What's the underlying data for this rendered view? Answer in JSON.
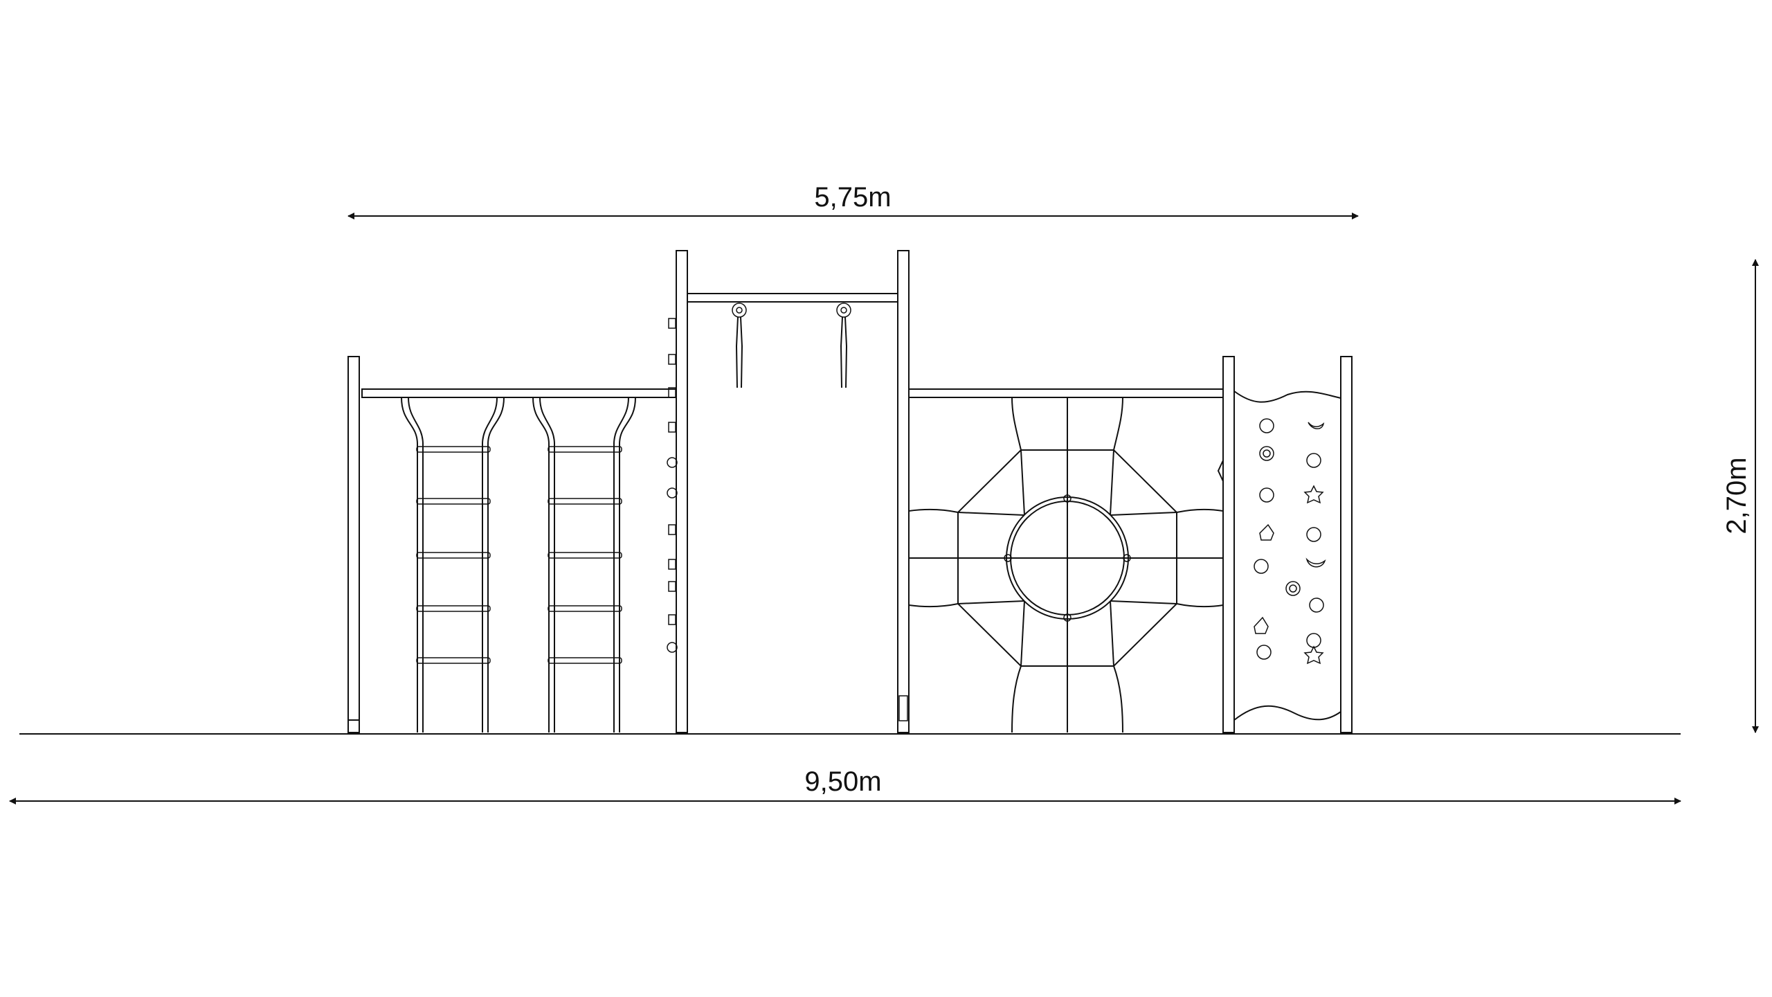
{
  "drawing": {
    "dimensions": {
      "top_width": "5,75m",
      "total_width": "9,50m",
      "height": "2,70m"
    },
    "colors": {
      "line": "#111111",
      "background": "#ffffff"
    }
  }
}
